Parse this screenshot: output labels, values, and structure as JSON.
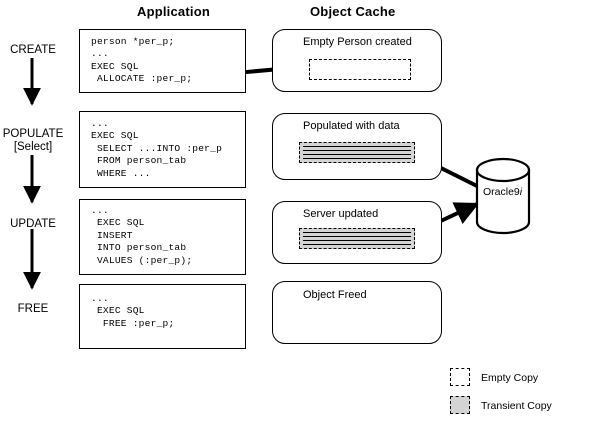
{
  "headers": {
    "application": "Application",
    "object_cache": "Object Cache"
  },
  "stages": [
    {
      "label": "CREATE",
      "sublabel": ""
    },
    {
      "label": "POPULATE",
      "sublabel": "[Select]"
    },
    {
      "label": "UPDATE",
      "sublabel": ""
    },
    {
      "label": "FREE",
      "sublabel": ""
    }
  ],
  "code_boxes": [
    {
      "name": "create-code",
      "text": "person *per_p;\n...\nEXEC SQL\n ALLOCATE :per_p;"
    },
    {
      "name": "populate-code",
      "text": "...\nEXEC SQL\n SELECT ...INTO :per_p\n FROM person_tab\n WHERE ..."
    },
    {
      "name": "update-code",
      "text": "...\n EXEC SQL\n INSERT\n INTO person_tab\n VALUES (:per_p);"
    },
    {
      "name": "free-code",
      "text": "...\n EXEC SQL\n  FREE :per_p;"
    }
  ],
  "cache_boxes": [
    {
      "name": "empty-person-created",
      "title": "Empty Person created",
      "copy": "empty"
    },
    {
      "name": "populated-with-data",
      "title": "Populated with data",
      "copy": "transient"
    },
    {
      "name": "server-updated",
      "title": "Server updated",
      "copy": "transient"
    },
    {
      "name": "object-freed",
      "title": "Object Freed",
      "copy": "none"
    }
  ],
  "database": {
    "label_prefix": "Oracle9",
    "label_italic": "i"
  },
  "legend": [
    {
      "swatch": "empty",
      "label": "Empty Copy"
    },
    {
      "swatch": "transient",
      "label": "Transient Copy"
    }
  ],
  "colors": {
    "stroke": "#000000",
    "background": "#ffffff",
    "transient_fill": "#d4d4d4"
  }
}
